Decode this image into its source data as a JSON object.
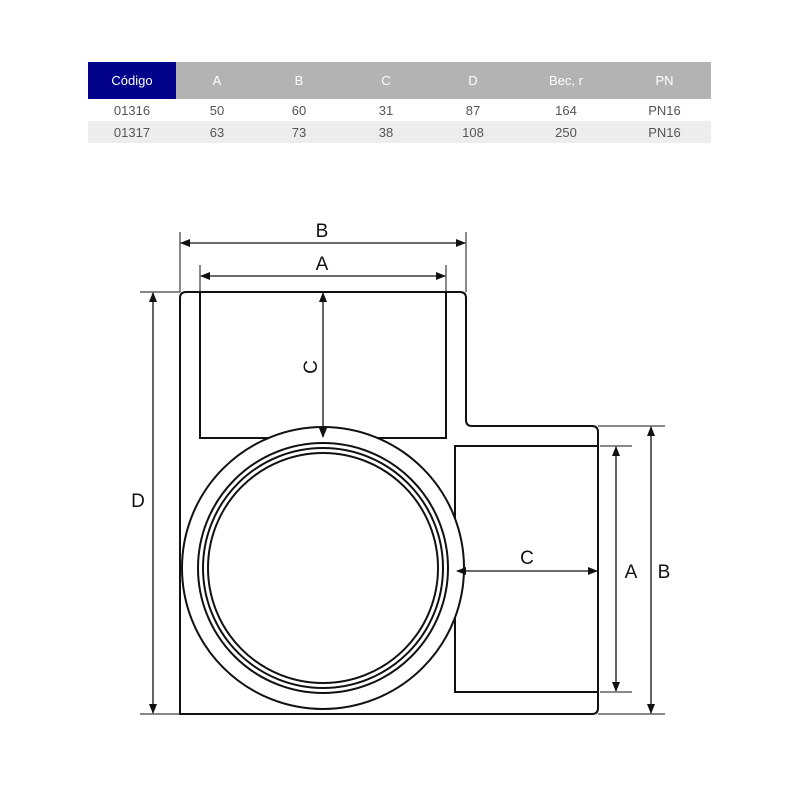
{
  "table": {
    "headers": [
      "Código",
      "A",
      "B",
      "C",
      "D",
      "Bec, r",
      "PN"
    ],
    "rows": [
      [
        "01316",
        "50",
        "60",
        "31",
        "87",
        "164",
        "PN16"
      ],
      [
        "01317",
        "63",
        "73",
        "38",
        "108",
        "250",
        "PN16"
      ]
    ]
  },
  "diagram": {
    "labels": {
      "top_b": "B",
      "top_a": "A",
      "top_c": "C",
      "left_d": "D",
      "right_c": "C",
      "right_a": "A",
      "right_b": "B"
    }
  }
}
